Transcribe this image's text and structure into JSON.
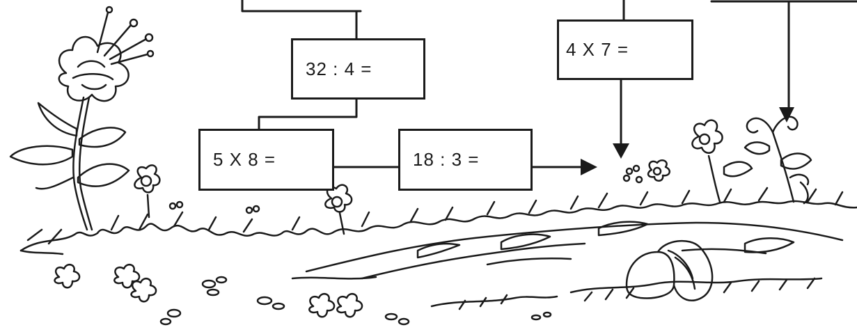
{
  "exercises": [
    {
      "id": "32-4",
      "expression": "32 : 4 ="
    },
    {
      "id": "4x7",
      "expression": "4 X 7 ="
    },
    {
      "id": "5x8",
      "expression": "5 X 8 ="
    },
    {
      "id": "18-3",
      "expression": "18 : 3 ="
    }
  ],
  "colors": {
    "line": "#1a1a1a",
    "background": "#ffffff"
  }
}
